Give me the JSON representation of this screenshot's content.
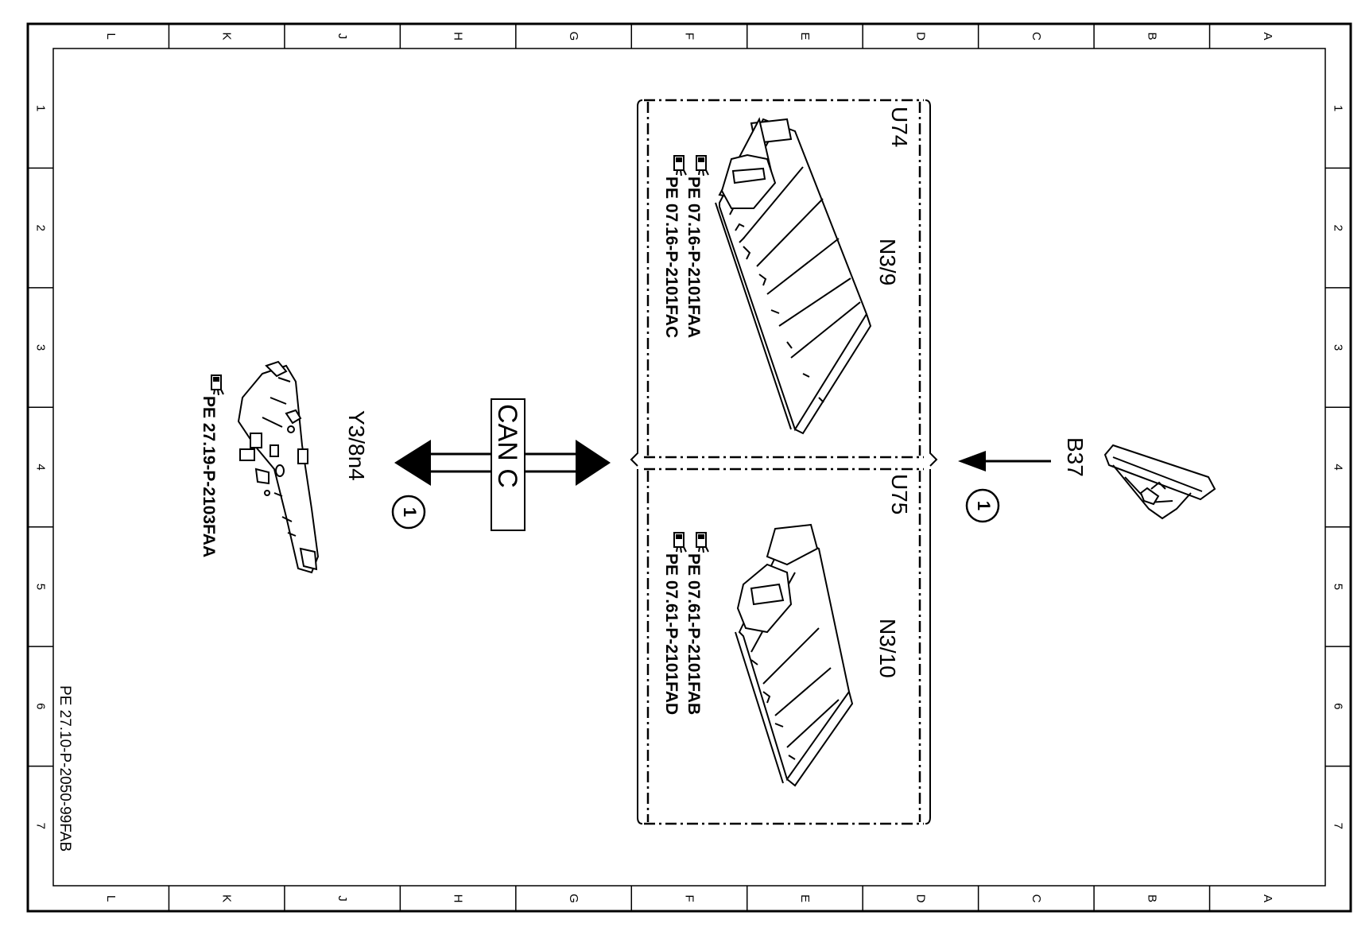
{
  "border": {
    "columns": [
      "L",
      "K",
      "J",
      "H",
      "G",
      "F",
      "E",
      "D",
      "C",
      "B",
      "A"
    ],
    "rows": [
      "1",
      "2",
      "3",
      "4",
      "5",
      "6",
      "7"
    ]
  },
  "diagram": {
    "doc_ref": "PE 27.10-P-2050-99FAB",
    "bus_label": "CAN C",
    "components": {
      "u74": {
        "location": "U74",
        "code": "N3/9",
        "refs": [
          "PE  07.16-P-2101FAA",
          "PE  07.16-P-2101FAC"
        ]
      },
      "u75": {
        "location": "U75",
        "code": "N3/10",
        "refs": [
          "PE  07.61-P-2101FAB",
          "PE  07.61-P-2101FAD"
        ]
      },
      "b37": {
        "code": "B37"
      },
      "y3": {
        "code": "Y3/8n4",
        "ref": "PE  27.19-P-2103FAA"
      }
    },
    "signal_marker": "1"
  }
}
